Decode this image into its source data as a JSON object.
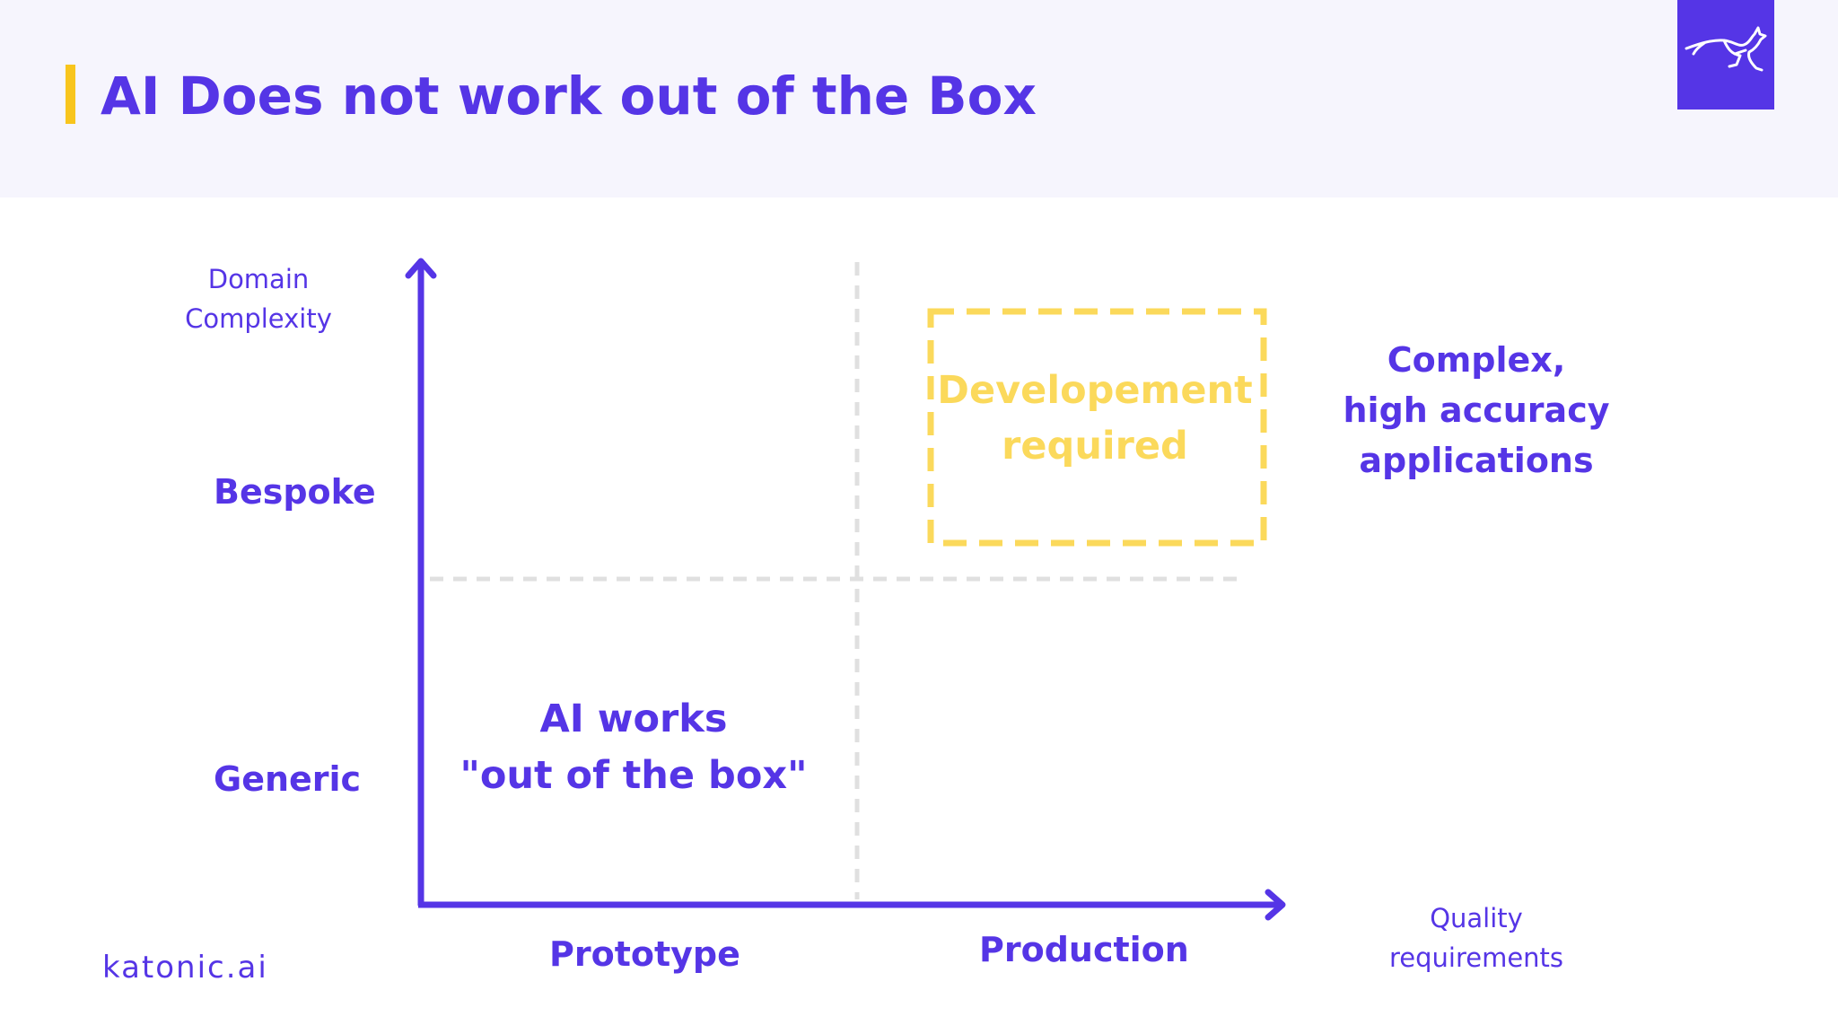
{
  "slide": {
    "title": "AI Does not work out of the Box",
    "footer": "katonic.ai",
    "logo_icon": "kangaroo-logo-icon"
  },
  "chart_data": {
    "type": "quadrant",
    "y_axis": {
      "title": [
        "Domain",
        "Complexity"
      ],
      "levels": [
        "Generic",
        "Bespoke"
      ]
    },
    "x_axis": {
      "title": [
        "Quality",
        "requirements"
      ],
      "levels": [
        "Prototype",
        "Production"
      ]
    },
    "quadrants": {
      "bottom_left": [
        "AI works",
        "\"out of the box\""
      ],
      "top_right": [
        "Developement",
        "required"
      ]
    },
    "annotation": [
      "Complex,",
      "high accuracy",
      "applications"
    ]
  },
  "colors": {
    "primary": "#5535e6",
    "accent_yellow": "#fbd95b",
    "title_bar": "#f8c51d",
    "header_bg": "#f6f5fd",
    "divider_gray": "#e0e0e0"
  }
}
